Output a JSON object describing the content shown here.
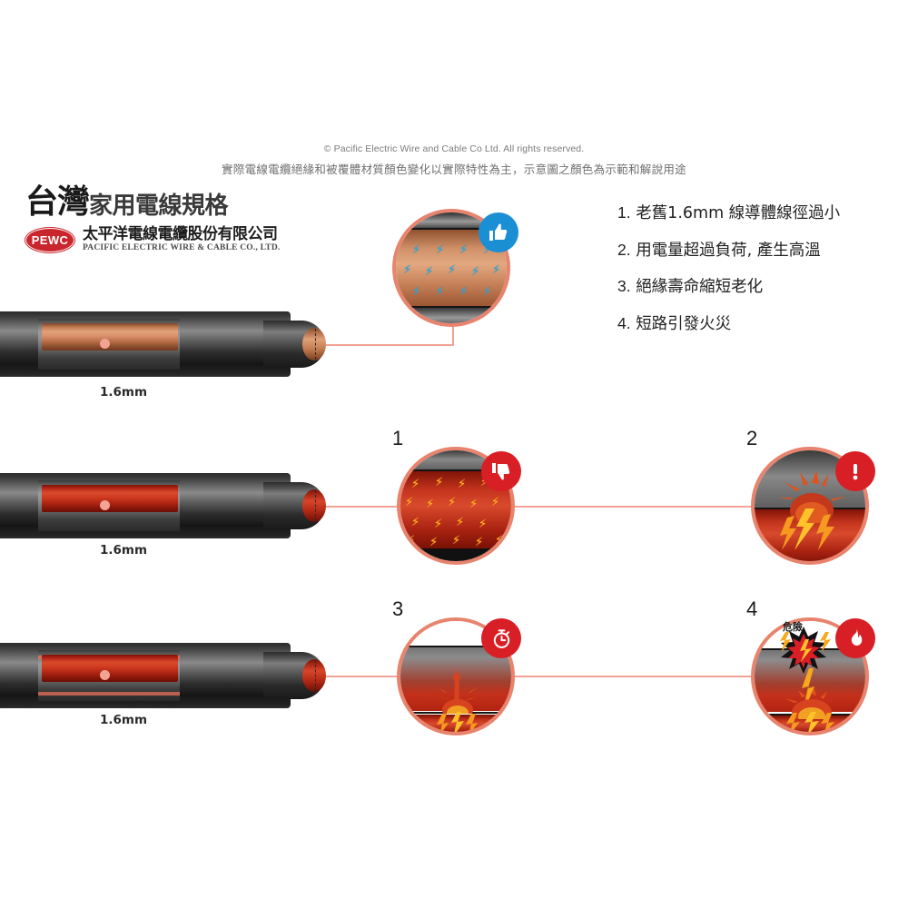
{
  "header": {
    "copyright": "© Pacific Electric Wire and Cable Co Ltd. All rights reserved.",
    "disclaimer": "實際電線電纜絕緣和被覆體材質顏色變化以實際特性為主，示意圖之顏色為示範和解說用途"
  },
  "title": {
    "emphasis": "台灣",
    "rest": "家用電線規格"
  },
  "brand": {
    "logo_text": "PEWC",
    "name_cn": "太平洋電線電纜股份有限公司",
    "name_en": "PACIFIC ELECTRIC WIRE & CABLE CO., LTD.",
    "logo_color": "#c9252c"
  },
  "causes": [
    {
      "num": "1.",
      "text": "老舊1.6mm 線導體線徑過小"
    },
    {
      "num": "2.",
      "text": "用電量超過負荷, 產生高溫"
    },
    {
      "num": "3.",
      "text": "絕緣壽命縮短老化"
    },
    {
      "num": "4.",
      "text": "短路引發火災"
    }
  ],
  "rows": [
    {
      "cable_label": "1.6mm",
      "state": "normal",
      "bubbles": [
        {
          "number": "",
          "badge": "thumbs-up-icon",
          "badge_color": "#1b8fd4",
          "scene": "copper-cool"
        }
      ]
    },
    {
      "cable_label": "1.6mm",
      "state": "overheated",
      "bubbles": [
        {
          "number": "1",
          "badge": "thumbs-down-icon",
          "badge_color": "#d81f26",
          "scene": "conductor-hot"
        },
        {
          "number": "2",
          "badge": "exclamation-icon",
          "badge_color": "#d81f26",
          "scene": "heat-burst"
        }
      ]
    },
    {
      "cable_label": "1.6mm",
      "state": "aging",
      "bubbles": [
        {
          "number": "3",
          "badge": "stopwatch-icon",
          "badge_color": "#d81f26",
          "scene": "heat-rising"
        },
        {
          "number": "4",
          "badge": "flame-icon",
          "badge_color": "#d81f26",
          "scene": "short-circuit-fire",
          "annotation": "危險"
        }
      ]
    }
  ],
  "colors": {
    "connector_line": "#f2a396",
    "bubble_border": "#e8836d",
    "copper": "#d8906a",
    "hot": "#cf3a20",
    "blue_bolt": "#2fa8e0",
    "orange_bolt": "#ffb225"
  }
}
